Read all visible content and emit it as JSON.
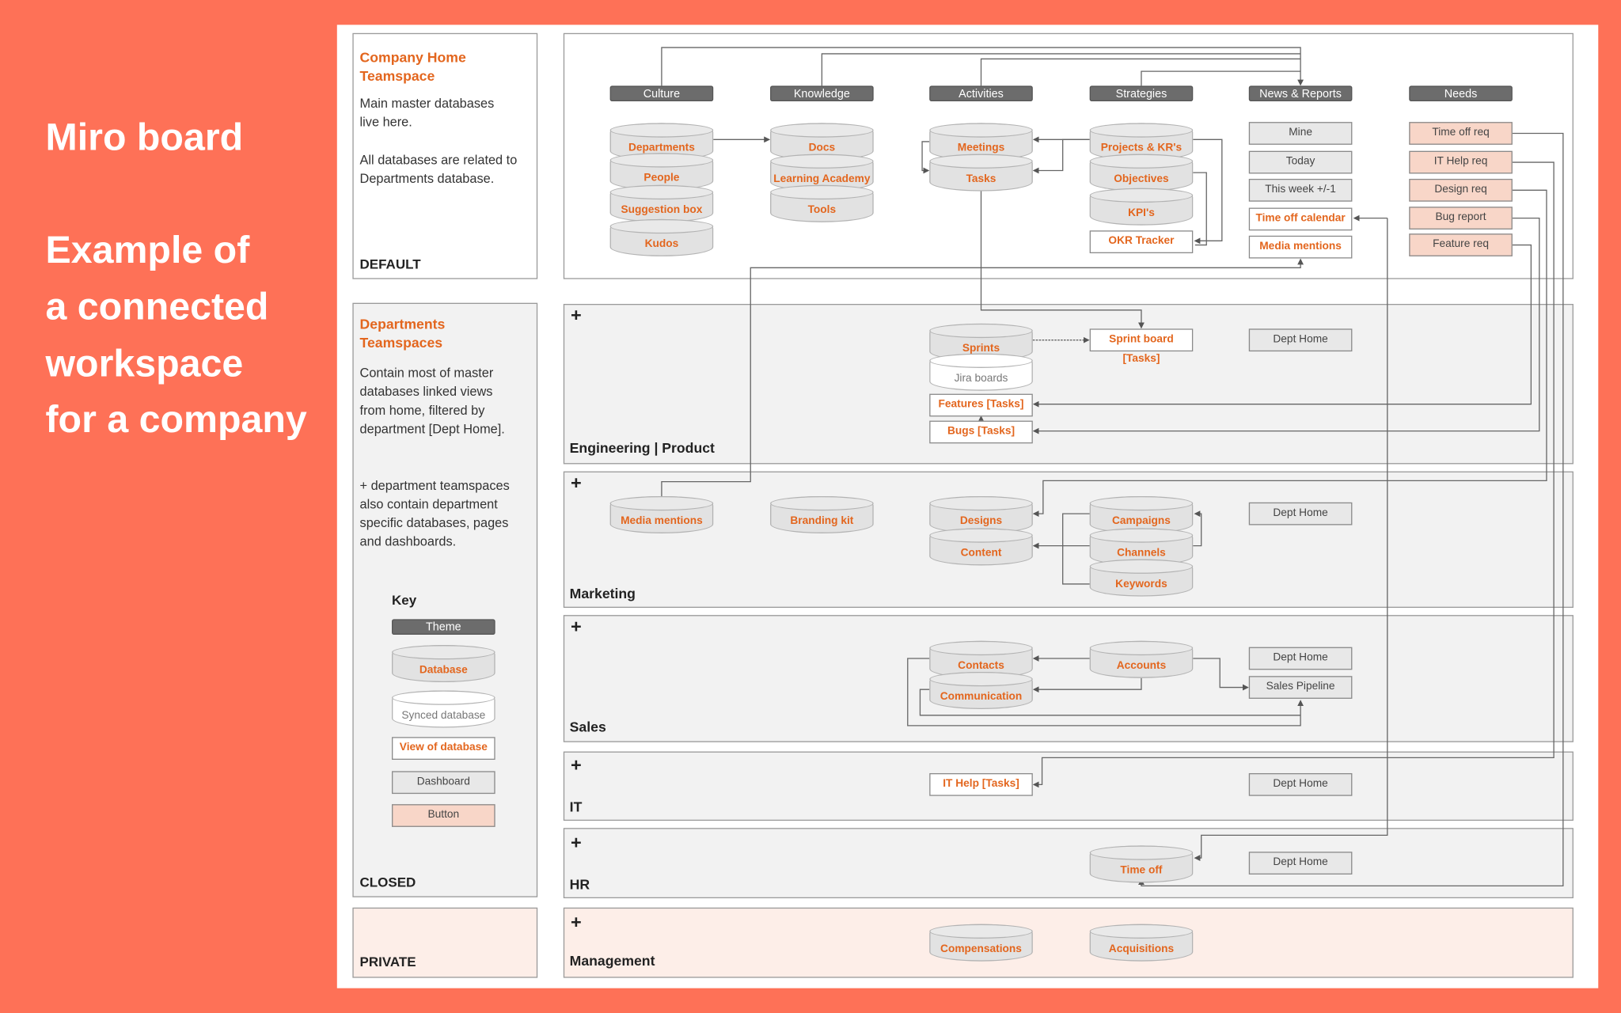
{
  "intro": {
    "title": "Miro board",
    "subtitle_lines": [
      "Example of",
      "a connected",
      "workspace",
      "for a company"
    ]
  },
  "home_panel": {
    "title_lines": [
      "Company Home",
      "Teamspace"
    ],
    "para1": "Main master databases live here.",
    "para2": "All databases are related to Departments database.",
    "tag": "DEFAULT"
  },
  "dept_panel": {
    "title_lines": [
      "Departments",
      "Teamspaces"
    ],
    "para1": "Contain most of master databases linked views from home, filtered by department [Dept Home].",
    "para2": "+ department teamspaces also contain department specific databases, pages and dashboards.",
    "key_title": "Key",
    "key": {
      "theme": "Theme",
      "database": "Database",
      "synced": "Synced database",
      "view": "View of database",
      "dashboard": "Dashboard",
      "button": "Button"
    },
    "tag": "CLOSED"
  },
  "private_panel": {
    "tag": "PRIVATE"
  },
  "home": {
    "themes": [
      "Culture",
      "Knowledge",
      "Activities",
      "Strategies",
      "News & Reports",
      "Needs"
    ],
    "culture": [
      "Departments",
      "People",
      "Suggestion box",
      "Kudos"
    ],
    "knowledge": [
      "Docs",
      "Learning Academy",
      "Tools"
    ],
    "activities": [
      "Meetings",
      "Tasks"
    ],
    "strategies": [
      "Projects & KR's",
      "Objectives",
      "KPI's"
    ],
    "strategies_view": "OKR Tracker",
    "news_dashboards": [
      "Mine",
      "Today",
      "This week +/-1"
    ],
    "news_views": [
      "Time off calendar",
      "Media mentions"
    ],
    "needs_buttons": [
      "Time off req",
      "IT Help req",
      "Design req",
      "Bug report",
      "Feature req"
    ]
  },
  "sections": {
    "plus": "+",
    "engineering": {
      "label": "Engineering | Product",
      "sprints": "Sprints",
      "jira": "Jira boards",
      "sprint_board": "Sprint board [Tasks]",
      "features": "Features [Tasks]",
      "bugs": "Bugs [Tasks]",
      "dept_home": "Dept Home"
    },
    "marketing": {
      "label": "Marketing",
      "media": "Media mentions",
      "branding": "Branding kit",
      "designs": "Designs",
      "content": "Content",
      "campaigns": "Campaigns",
      "channels": "Channels",
      "keywords": "Keywords",
      "dept_home": "Dept Home"
    },
    "sales": {
      "label": "Sales",
      "contacts": "Contacts",
      "communication": "Communication",
      "accounts": "Accounts",
      "dept_home": "Dept Home",
      "pipeline": "Sales Pipeline"
    },
    "it": {
      "label": "IT",
      "it_help": "IT Help [Tasks]",
      "dept_home": "Dept Home"
    },
    "hr": {
      "label": "HR",
      "time_off": "Time off",
      "dept_home": "Dept Home"
    },
    "management": {
      "label": "Management",
      "compensations": "Compensations",
      "acquisitions": "Acquisitions"
    }
  },
  "colors": {
    "background": "#FE7157",
    "accent_text": "#E3661E",
    "theme": "#6c6c6c",
    "database": "#e2e2e2",
    "button": "#f8d6c8",
    "closed_bg": "#f2f2f2",
    "private_bg": "#fdeee8"
  }
}
